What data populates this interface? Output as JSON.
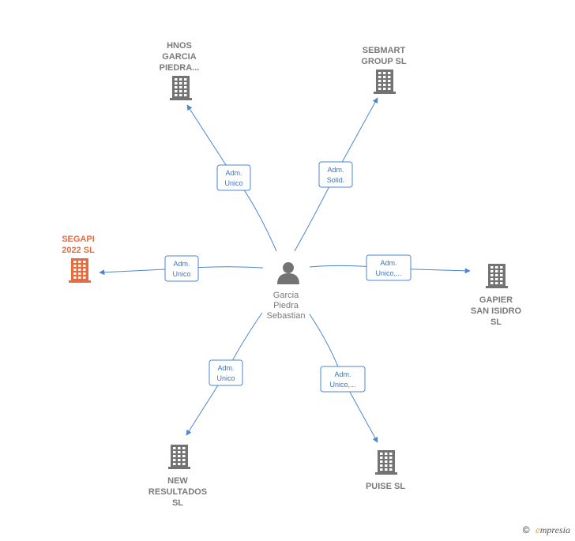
{
  "center": {
    "label_lines": [
      "Garcia",
      "Piedra",
      "Sebastian"
    ],
    "icon": "person-icon"
  },
  "companies": [
    {
      "id": "hnos",
      "label_lines": [
        "HNOS",
        "GARCIA",
        "PIEDRA..."
      ],
      "icon": "building-icon",
      "color": "#737373",
      "role_lines": [
        "Adm.",
        "Unico"
      ]
    },
    {
      "id": "sebmart",
      "label_lines": [
        "SEBMART",
        "GROUP SL"
      ],
      "icon": "building-icon",
      "color": "#737373",
      "role_lines": [
        "Adm.",
        "Solid."
      ]
    },
    {
      "id": "segapi",
      "label_lines": [
        "SEGAPI",
        "2022 SL"
      ],
      "icon": "building-icon",
      "color": "#ea6a3c",
      "role_lines": [
        "Adm.",
        "Unico"
      ]
    },
    {
      "id": "gapier",
      "label_lines": [
        "GAPIER",
        "SAN ISIDRO",
        "SL"
      ],
      "icon": "building-icon",
      "color": "#737373",
      "role_lines": [
        "Adm.",
        "Unico,..."
      ]
    },
    {
      "id": "new-resultados",
      "label_lines": [
        "NEW",
        "RESULTADOS",
        "SL"
      ],
      "icon": "building-icon",
      "color": "#737373",
      "role_lines": [
        "Adm.",
        "Unico"
      ]
    },
    {
      "id": "puise",
      "label_lines": [
        "PUISE SL"
      ],
      "icon": "building-icon",
      "color": "#737373",
      "role_lines": [
        "Adm.",
        "Unico,..."
      ]
    }
  ],
  "footer": {
    "copyright": "©",
    "brand_initial": "e",
    "brand_rest": "mpresia"
  },
  "colors": {
    "edge": "#4a86d4",
    "building": "#737373",
    "highlight": "#ea6a3c"
  }
}
